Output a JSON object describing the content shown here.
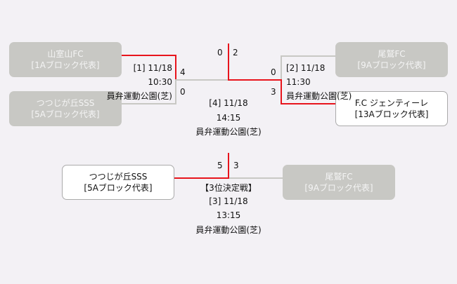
{
  "teams": {
    "t1": {
      "name": "山室山FC",
      "block": "[1Aブロック代表]"
    },
    "t2": {
      "name": "つつじが丘SSS",
      "block": "[5Aブロック代表]"
    },
    "t3": {
      "name": "尾鷲FC",
      "block": "[9Aブロック代表]"
    },
    "t4": {
      "name": "F.C ジェンティーレ",
      "block": "[13Aブロック代表]"
    },
    "t5": {
      "name": "つつじが丘SSS",
      "block": "[5Aブロック代表]"
    },
    "t6": {
      "name": "尾鷲FC",
      "block": "[9Aブロック代表]"
    }
  },
  "m1": {
    "id": "[1] 11/18",
    "time": "10:30",
    "venue": "員弁運動公園(芝)",
    "s1": "4",
    "s2": "0"
  },
  "m2": {
    "id": "[2] 11/18",
    "time": "11:30",
    "venue": "員弁運動公園(芝)",
    "s1": "0",
    "s2": "3"
  },
  "m4": {
    "id": "[4] 11/18",
    "time": "14:15",
    "venue": "員弁運動公園(芝)",
    "s1": "0",
    "s2": "2"
  },
  "m3": {
    "label": "【3位決定戦】",
    "id": "[3] 11/18",
    "time": "13:15",
    "venue": "員弁運動公園(芝)",
    "s1": "5",
    "s2": "3"
  },
  "colors": {
    "win": "#e8141c",
    "lose": "#c8c8c4"
  }
}
